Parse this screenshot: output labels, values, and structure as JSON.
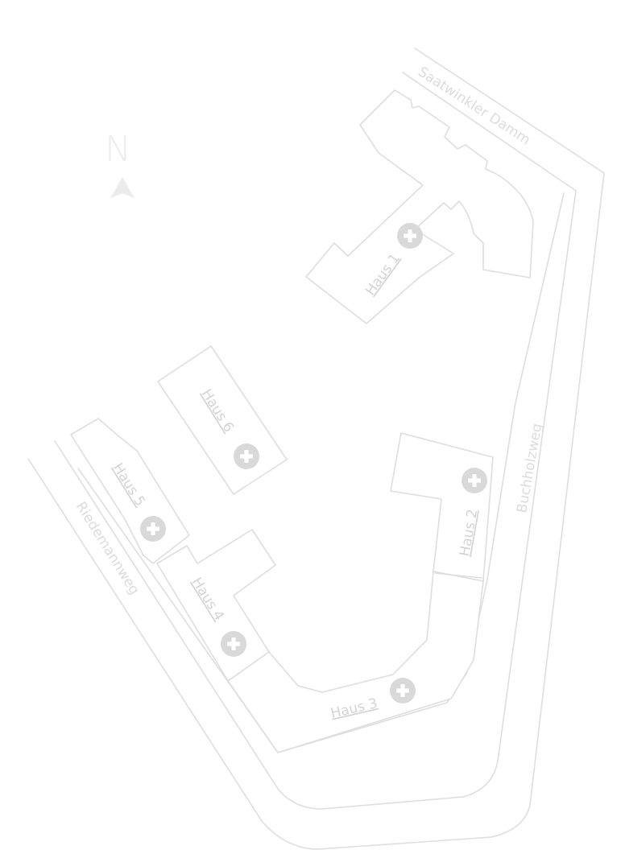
{
  "compass": {
    "letter": "N",
    "icon": "north-arrow-icon"
  },
  "streets": {
    "saatwinkler": "Saatwinkler Damm",
    "buchholz": "Buchholzweg",
    "riedemann": "Riedemannweg"
  },
  "houses": [
    {
      "id": "haus-1",
      "label": "Haus 1",
      "icon": "plus-circle-icon"
    },
    {
      "id": "haus-2",
      "label": "Haus 2",
      "icon": "plus-circle-icon"
    },
    {
      "id": "haus-3",
      "label": "Haus 3",
      "icon": "plus-circle-icon"
    },
    {
      "id": "haus-4",
      "label": "Haus 4",
      "icon": "plus-circle-icon"
    },
    {
      "id": "haus-5",
      "label": "Haus 5",
      "icon": "plus-circle-icon"
    },
    {
      "id": "haus-6",
      "label": "Haus 6",
      "icon": "plus-circle-icon"
    }
  ],
  "colors": {
    "outline": "#dedede",
    "icon": "#d9d9d9",
    "label": "#d4d4d4"
  }
}
